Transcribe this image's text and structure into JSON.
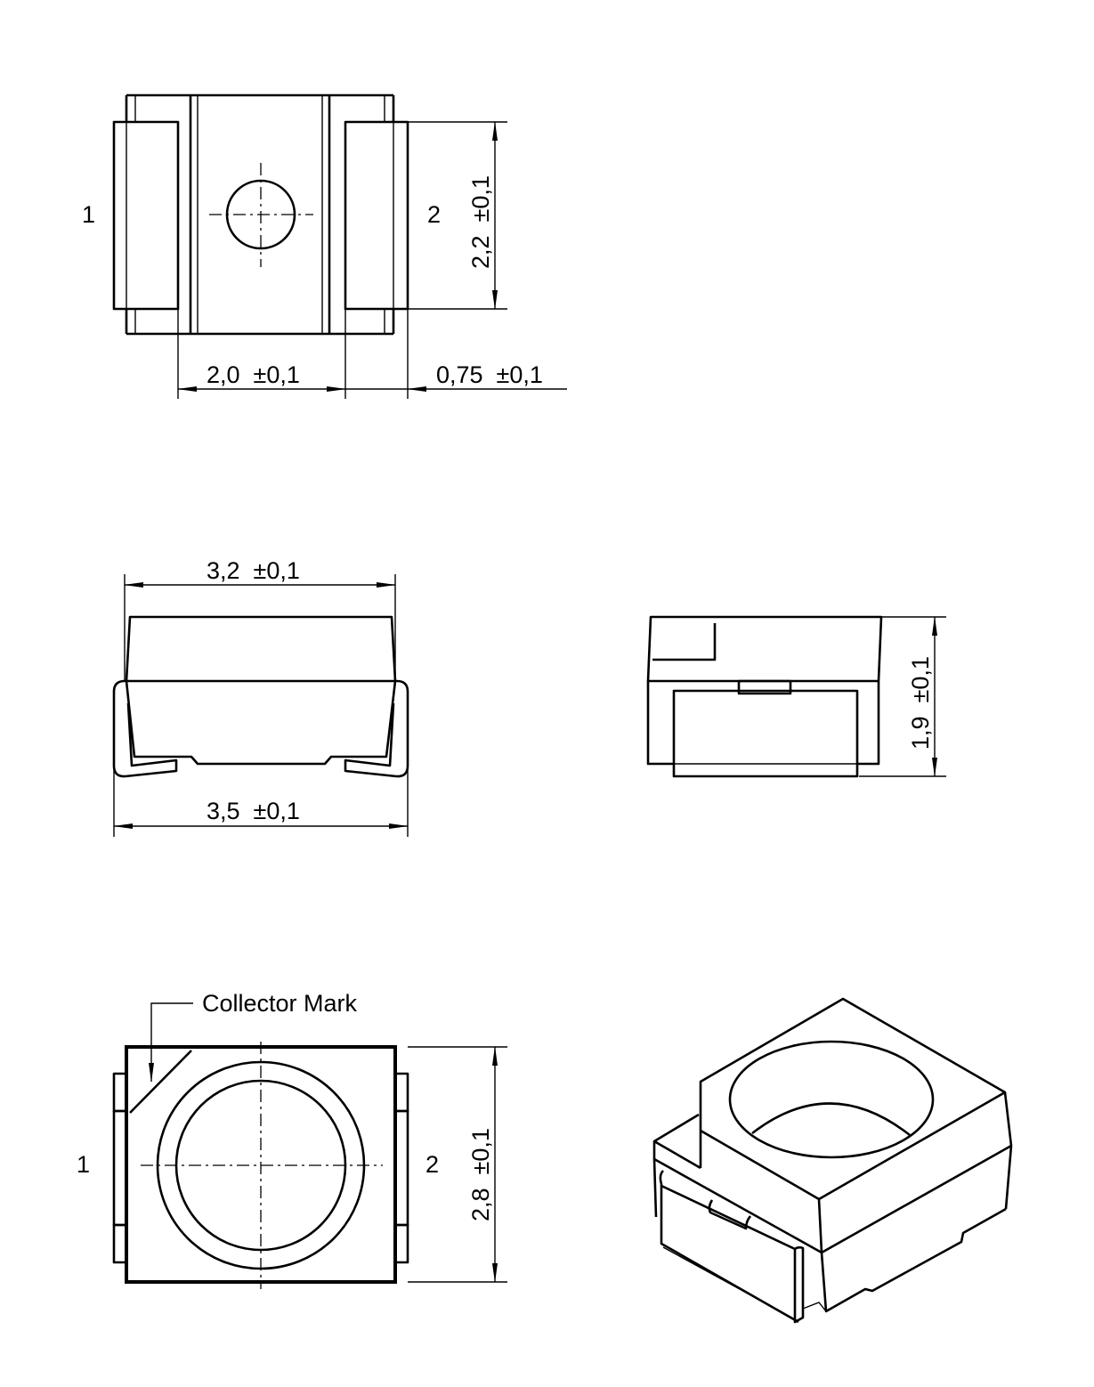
{
  "top_view": {
    "pin1_label": "1",
    "pin2_label": "2",
    "dim_pad_pitch": "2,0  ±0,1",
    "dim_pad_width": "0,75  ±0,1",
    "dim_height": "2,2  ±0,1"
  },
  "side_view": {
    "dim_body_length": "3,2  ±0,1",
    "dim_total_length": "3,5  ±0,1"
  },
  "end_view": {
    "dim_height": "1,9  ±0,1"
  },
  "bottom_view": {
    "collector_mark_label": "Collector Mark",
    "pin1_label": "1",
    "pin2_label": "2",
    "dim_width": "2,8  ±0,1"
  }
}
